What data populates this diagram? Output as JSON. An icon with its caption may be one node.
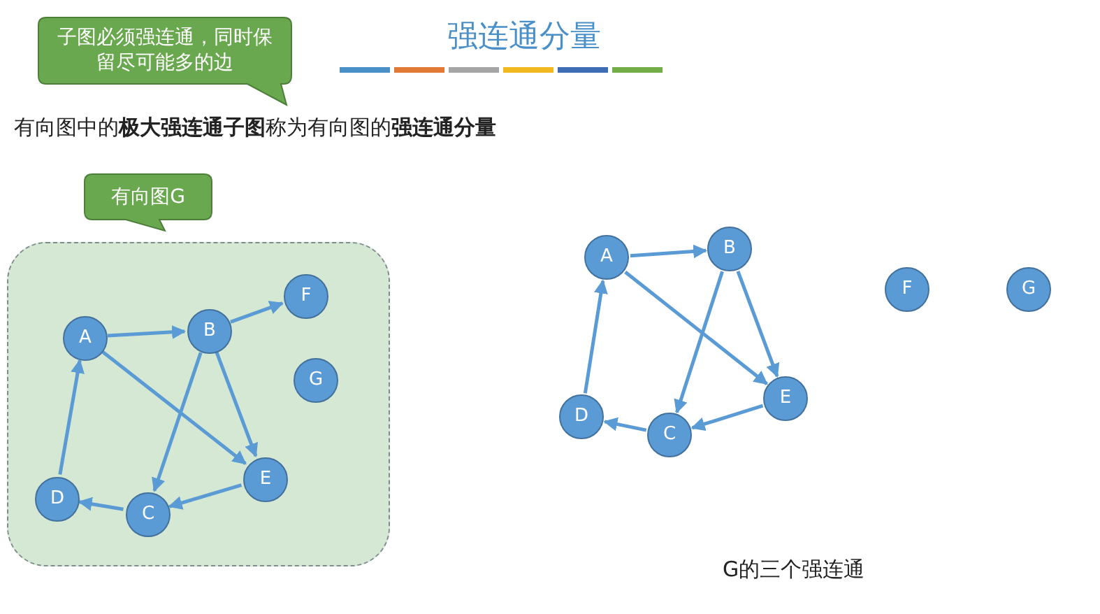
{
  "diagram": {
    "title": "强连通分量",
    "nodes": [
      {
        "text": [
          "子图必须强连通，同时保留尽可能多的边"
        ]
      },
      {
        "text": [
          "有向图G"
        ]
      },
      {
        "text": [],
        "shape": "box"
      },
      {
        "text": [
          "A"
        ],
        "in": 2
      },
      {
        "text": [
          "B"
        ],
        "in": 2
      },
      {
        "text": [
          "F"
        ],
        "in": 2
      },
      {
        "text": [
          "G"
        ],
        "in": 2
      },
      {
        "text": [
          "D"
        ],
        "in": 2
      },
      {
        "text": [
          "C"
        ],
        "in": 2
      },
      {
        "text": [
          "E"
        ],
        "in": 2
      },
      {
        "text": [
          "A"
        ]
      },
      {
        "text": [
          "B"
        ]
      },
      {
        "text": [
          "F"
        ]
      },
      {
        "text": [
          "G"
        ]
      },
      {
        "text": [
          "D"
        ]
      },
      {
        "text": [
          "C"
        ]
      },
      {
        "text": [
          "E"
        ]
      }
    ],
    "edges": [
      {
        "from": 3,
        "to": 4,
        "arrow": "to"
      },
      {
        "from": 4,
        "to": 5,
        "arrow": "to"
      },
      {
        "from": 3,
        "to": 9,
        "arrow": "to"
      },
      {
        "from": 4,
        "to": 8,
        "arrow": "to"
      },
      {
        "from": 4,
        "to": 9,
        "arrow": "to"
      },
      {
        "from": 9,
        "to": 8,
        "arrow": "to"
      },
      {
        "from": 8,
        "to": 7,
        "arrow": "to"
      },
      {
        "from": 7,
        "to": 3,
        "arrow": "to"
      },
      {
        "from": 10,
        "to": 11,
        "arrow": "to"
      },
      {
        "from": 10,
        "to": 16,
        "arrow": "to"
      },
      {
        "from": 11,
        "to": 15,
        "arrow": "to"
      },
      {
        "from": 11,
        "to": 16,
        "arrow": "to"
      },
      {
        "from": 16,
        "to": 15,
        "arrow": "to"
      },
      {
        "from": 15,
        "to": 14,
        "arrow": "to"
      },
      {
        "from": 14,
        "to": 10,
        "arrow": "to"
      }
    ],
    "labels": [
      "有向图中的**极大强连通子图**称为有向图的**强连通分量**",
      "G的三个强连通"
    ]
  }
}
